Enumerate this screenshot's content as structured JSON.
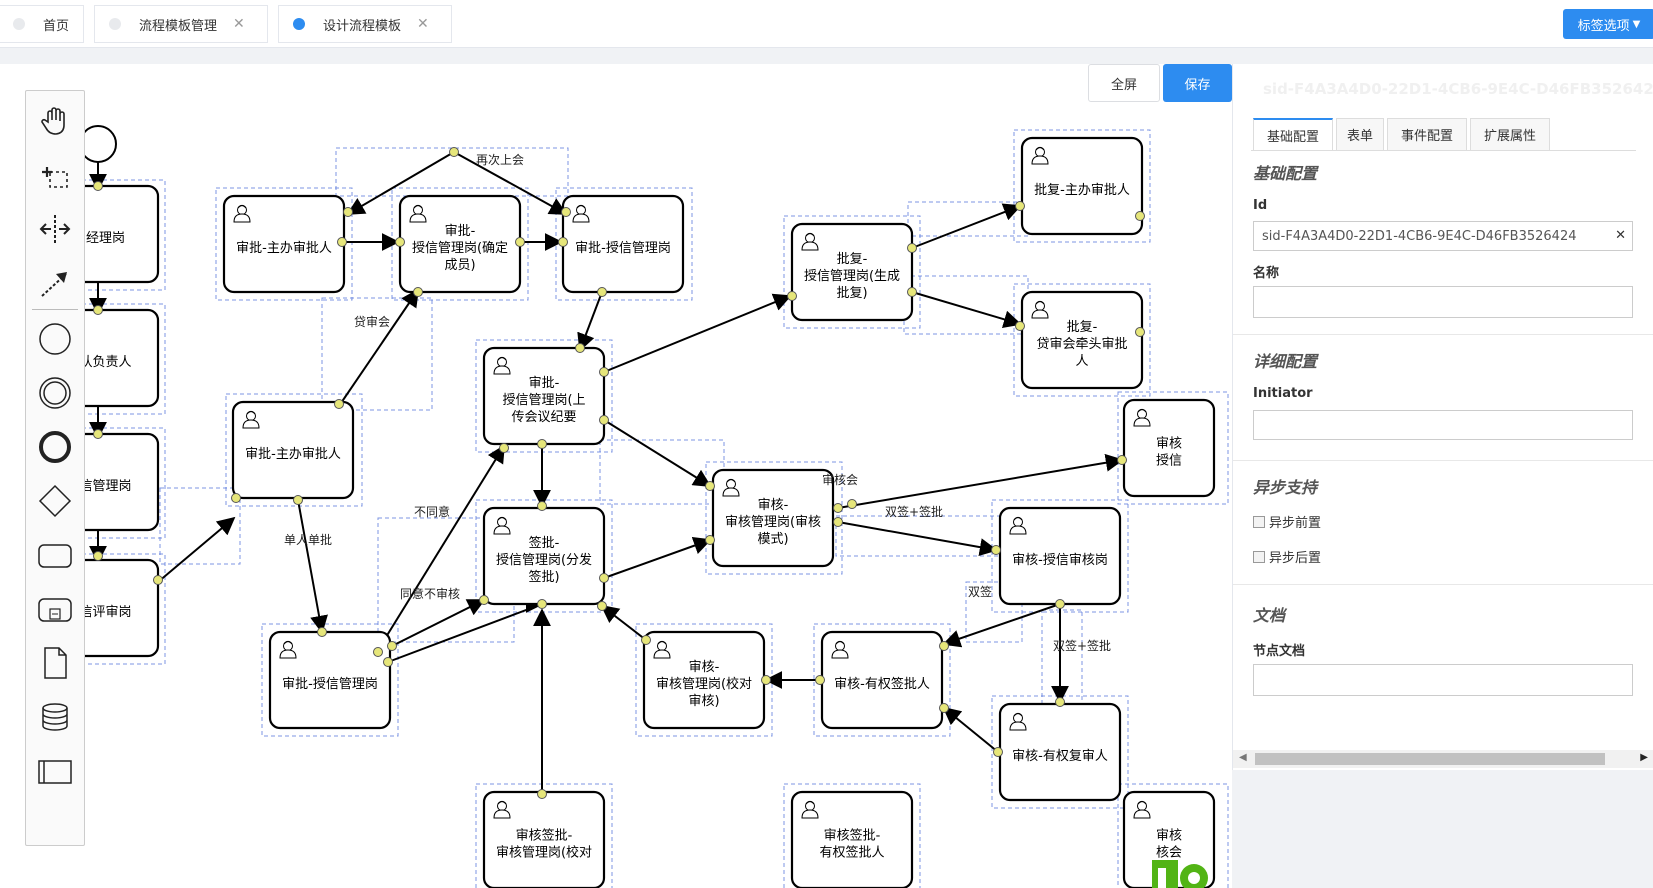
{
  "tabs": [
    {
      "label": "首页",
      "active": false,
      "closable": false
    },
    {
      "label": "流程模板管理",
      "active": false,
      "closable": true
    },
    {
      "label": "设计流程模板",
      "active": true,
      "closable": true
    }
  ],
  "tag_options_label": "标签选项",
  "toolbar": {
    "fullscreen_label": "全屏",
    "save_label": "保存"
  },
  "palette": [
    "hand-tool",
    "lasso-tool",
    "space-tool",
    "connect-tool",
    "start-event",
    "intermediate-event",
    "end-event",
    "gateway",
    "task",
    "subprocess",
    "data-object",
    "data-store",
    "pool"
  ],
  "diagram": {
    "tasks": [
      {
        "id": "t_jl",
        "label": "户经理岗"
      },
      {
        "id": "t_td",
        "label": "团队负责人"
      },
      {
        "id": "t_sx",
        "label": "授信管理岗"
      },
      {
        "id": "t_pj",
        "label": "授信评审岗"
      },
      {
        "id": "t_sp1",
        "label": "审批-主办审批人"
      },
      {
        "id": "t_sp2",
        "label": "审批-\n授信管理岗(确定\n成员)"
      },
      {
        "id": "t_sp3",
        "label": "审批-授信管理岗"
      },
      {
        "id": "t_sp4",
        "label": "审批-\n授信管理岗(上\n传会议纪要"
      },
      {
        "id": "t_sp5",
        "label": "审批-主办审批人"
      },
      {
        "id": "t_pf1",
        "label": "批复-\n授信管理岗(生成\n批复)"
      },
      {
        "id": "t_pf2",
        "label": "批复-主办审批人"
      },
      {
        "id": "t_pf3",
        "label": "批复-\n贷审会牵头审批\n人"
      },
      {
        "id": "t_qp",
        "label": "签批-\n授信管理岗(分发\n签批)"
      },
      {
        "id": "t_sh1",
        "label": "审核-\n审核管理岗(审核\n模式)"
      },
      {
        "id": "t_sh2",
        "label": "审核-授信审核岗"
      },
      {
        "id": "t_sp6",
        "label": "审批-授信管理岗"
      },
      {
        "id": "t_sh3",
        "label": "审核-\n审核管理岗(校对\n审核)"
      },
      {
        "id": "t_sh4",
        "label": "审核-有权签批人"
      },
      {
        "id": "t_sh5",
        "label": "审核-有权复审人"
      },
      {
        "id": "t_r1",
        "label": "审核\n授信"
      },
      {
        "id": "t_b1",
        "label": "审核签批-\n审核管理岗(校对"
      },
      {
        "id": "t_b2",
        "label": "审核签批-\n有权签批人"
      },
      {
        "id": "t_r2",
        "label": "审核\n核会"
      }
    ],
    "edge_labels": [
      {
        "id": "l1",
        "label": "再次上会"
      },
      {
        "id": "l2",
        "label": "贷审会"
      },
      {
        "id": "l3",
        "label": "不同意"
      },
      {
        "id": "l4",
        "label": "单人单批"
      },
      {
        "id": "l5",
        "label": "同意不审核"
      },
      {
        "id": "l6",
        "label": "审核会"
      },
      {
        "id": "l7",
        "label": "双签+签批"
      },
      {
        "id": "l8",
        "label": "双签"
      },
      {
        "id": "l9",
        "label": "双签+签批"
      }
    ]
  },
  "properties": {
    "title": "sid-F4A3A4D0-22D1-4CB6-9E4C-D46FB352642",
    "tabs": [
      "基础配置",
      "表单",
      "事件配置",
      "扩展属性"
    ],
    "basic_section": "基础配置",
    "id_label": "Id",
    "id_value": "sid-F4A3A4D0-22D1-4CB6-9E4C-D46FB3526424",
    "name_label": "名称",
    "name_value": "",
    "detail_section": "详细配置",
    "initiator_label": "Initiator",
    "initiator_value": "",
    "async_section": "异步支持",
    "async_before": "异步前置",
    "async_after": "异步后置",
    "doc_section": "文档",
    "doc_label": "节点文档",
    "doc_value": ""
  },
  "colors": {
    "primary": "#2d8cf0",
    "node_stroke": "#000000",
    "selection": "#5b7bdc",
    "anchor": "#e6e67a"
  }
}
